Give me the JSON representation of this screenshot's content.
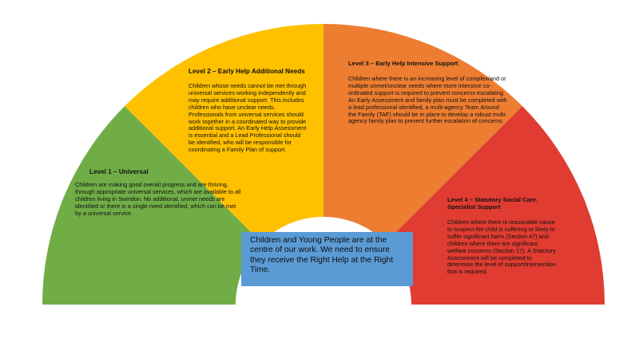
{
  "diagram": {
    "segments": [
      {
        "id": "level1",
        "color": "#70ad47",
        "title": "Level 1 – Universal",
        "body": "Children are making good overall progress and are thriving, through appropriate universal services, which are available to all children living in Swindon. No additional, unmet needs are identified or there is a single need identified, which can be met by a universal service."
      },
      {
        "id": "level2",
        "color": "#ffc000",
        "title": "Level 2 – Early Help Additional Needs",
        "body": "Children whose needs cannot be met through universal services working independently and may require additional support. This includes children who have unclear needs. Professionals from universal services should work together in a coordinated way to provide additional support. An Early Help Assessment is essential and a Lead Professional should be identified, who will be responsible for coordinating a Family Plan of support."
      },
      {
        "id": "level3",
        "color": "#ed7d31",
        "title": "Level 3 – Early Help Intensive Support",
        "body": "Children where there is an increasing level of complex/and or multiple unmet/unclear needs where more intensive co-ordinated support is required to prevent concerns escalating. An Early Assessment and family plan must be completed with a lead professional identified, a multi-agency Team Around the Family (TAF) should be in place to develop a robust multi-agency family plan to prevent further escalation of concerns."
      },
      {
        "id": "level4",
        "color": "#e03c31",
        "title": "Level 4 – Statutory Social Care, Specialist Support",
        "body": "Children where there is reasonable cause to suspect the child is suffering or likely to suffer significant harm (Section 47) and children where there are significant welfare concerns (Section 17). A Statutory Assessment will be completed to determine the level of support/intervention that is required."
      }
    ],
    "center": {
      "color": "#5b9bd5",
      "text": "Children and Young People are at the centre of our work. We need to ensure they receive the Right Help at the Right Time."
    }
  }
}
